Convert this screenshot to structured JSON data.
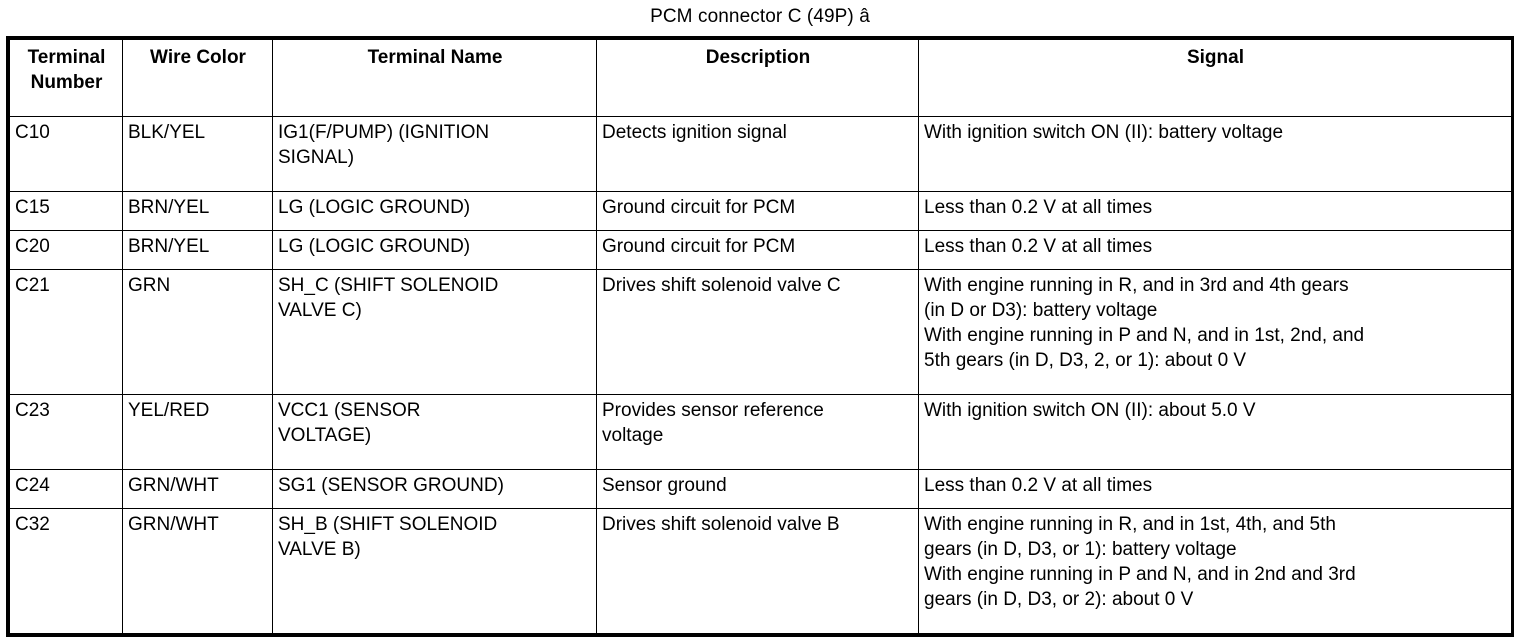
{
  "caption": "PCM connector C (49P) â",
  "table": {
    "columns": [
      "Terminal\nNumber",
      "Wire Color",
      "Terminal Name",
      "Description",
      "Signal"
    ],
    "rows": [
      {
        "terminal_number": "C10",
        "wire_color": "BLK/YEL",
        "terminal_name": "IG1(F/PUMP) (IGNITION\nSIGNAL)",
        "description": "Detects ignition signal",
        "signal": "With ignition switch ON (II): battery voltage"
      },
      {
        "terminal_number": "C15",
        "wire_color": "BRN/YEL",
        "terminal_name": "LG (LOGIC GROUND)",
        "description": "Ground circuit for PCM",
        "signal": "Less than 0.2 V at all times"
      },
      {
        "terminal_number": "C20",
        "wire_color": "BRN/YEL",
        "terminal_name": "LG (LOGIC GROUND)",
        "description": "Ground circuit for PCM",
        "signal": "Less than 0.2 V at all times"
      },
      {
        "terminal_number": "C21",
        "wire_color": "GRN",
        "terminal_name": "SH_C (SHIFT SOLENOID\nVALVE C)",
        "description": "Drives shift solenoid valve C",
        "signal": "With engine running in R, and in 3rd and 4th gears\n(in D or D3): battery voltage\nWith engine running in P and N, and in 1st, 2nd, and\n5th gears (in D, D3, 2, or 1): about 0 V"
      },
      {
        "terminal_number": "C23",
        "wire_color": "YEL/RED",
        "terminal_name": "VCC1 (SENSOR\nVOLTAGE)",
        "description": "Provides sensor reference\nvoltage",
        "signal": "With ignition switch ON (II): about 5.0 V"
      },
      {
        "terminal_number": "C24",
        "wire_color": "GRN/WHT",
        "terminal_name": "SG1 (SENSOR GROUND)",
        "description": "Sensor ground",
        "signal": "Less than 0.2 V at all times"
      },
      {
        "terminal_number": "C32",
        "wire_color": "GRN/WHT",
        "terminal_name": "SH_B (SHIFT SOLENOID\nVALVE B)",
        "description": "Drives shift solenoid valve B",
        "signal": "With engine running in R, and in 1st, 4th, and 5th\ngears (in D, D3, or 1): battery voltage\nWith engine running in P and N, and in 2nd and 3rd\ngears (in D, D3, or 2): about 0 V"
      }
    ],
    "row_heights": [
      "r-med",
      "r-short",
      "r-short",
      "r-tall",
      "r-med",
      "r-short",
      "r-tall"
    ]
  }
}
